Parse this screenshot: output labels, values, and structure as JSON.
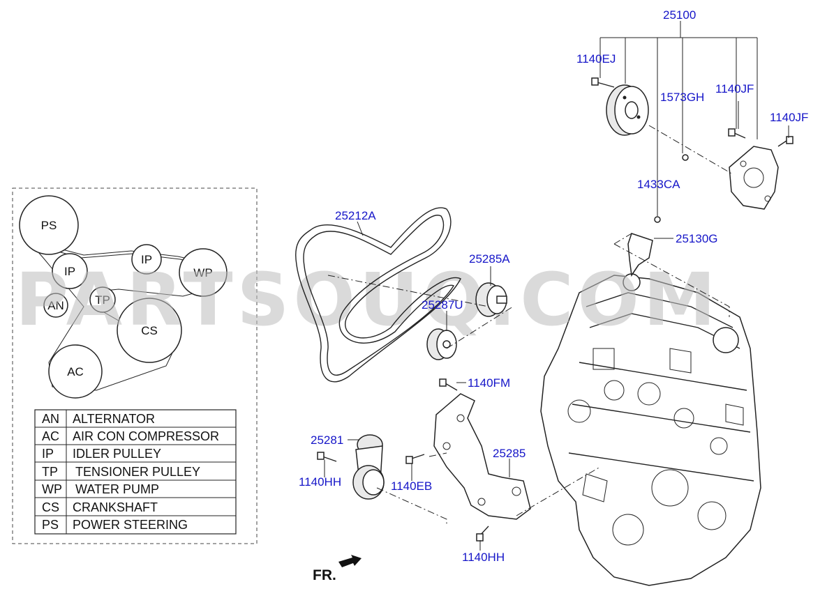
{
  "watermark": "PARTSOUQ.COM",
  "front_marker": "FR.",
  "belt_layout_pulleys": [
    "PS",
    "IP",
    "AN",
    "IP",
    "WP",
    "TP",
    "CS",
    "AC"
  ],
  "legend": [
    {
      "code": "AN",
      "name": "ALTERNATOR"
    },
    {
      "code": "AC",
      "name": "AIR CON COMPRESSOR"
    },
    {
      "code": "IP",
      "name": "IDLER PULLEY"
    },
    {
      "code": "TP",
      "name": "TENSIONER PULLEY"
    },
    {
      "code": "WP",
      "name": "WATER PUMP"
    },
    {
      "code": "CS",
      "name": "CRANKSHAFT"
    },
    {
      "code": "PS",
      "name": "POWER STEERING"
    }
  ],
  "parts": {
    "p25100": "25100",
    "p1140EJ": "1140EJ",
    "p1573GH": "1573GH",
    "p1140JF_a": "1140JF",
    "p1140JF_b": "1140JF",
    "p1433CA": "1433CA",
    "p25130G": "25130G",
    "p25212A": "25212A",
    "p25285A": "25285A",
    "p25287U": "25287U",
    "p1140FM": "1140FM",
    "p25281": "25281",
    "p25285": "25285",
    "p1140HH_a": "1140HH",
    "p1140EB": "1140EB",
    "p1140HH_b": "1140HH"
  }
}
